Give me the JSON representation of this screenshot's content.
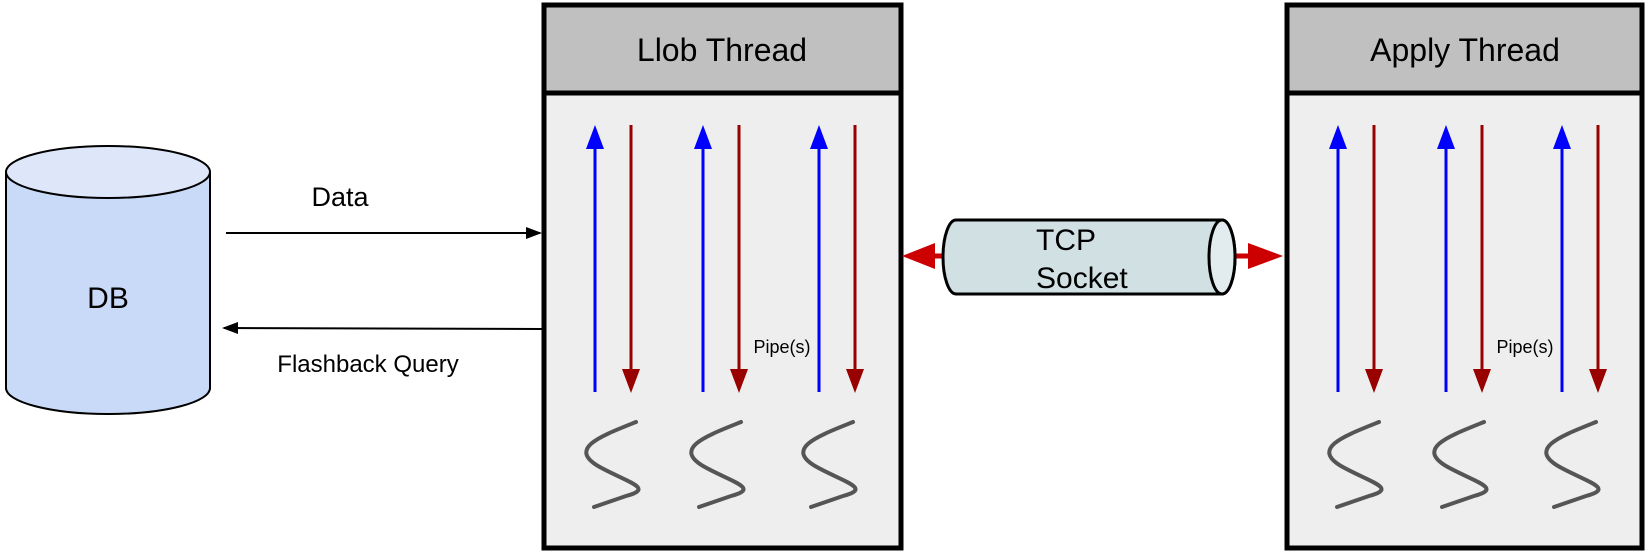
{
  "diagram": {
    "db": {
      "label": "DB"
    },
    "edges": {
      "data": {
        "label": "Data"
      },
      "flashback": {
        "label": "Flashback Query"
      }
    },
    "llob_thread": {
      "title": "Llob Thread",
      "pipe_label": "Pipe(s)",
      "pipe_pairs": 3,
      "thread_count": 3
    },
    "tcp_socket": {
      "line1": "TCP",
      "line2": "Socket"
    },
    "apply_thread": {
      "title": "Apply Thread",
      "pipe_label": "Pipe(s)",
      "pipe_pairs": 3,
      "thread_count": 3
    },
    "colors": {
      "header_fill": "#c0c0c0",
      "body_fill": "#eeeeee",
      "db_fill": "#c9daf8",
      "db_top": "#dee7fa",
      "up_arrow": "#0000ff",
      "down_arrow": "#990000",
      "socket_fill": "#d0e0e3",
      "socket_arrow": "#cc0000",
      "squiggle": "#555555"
    }
  }
}
